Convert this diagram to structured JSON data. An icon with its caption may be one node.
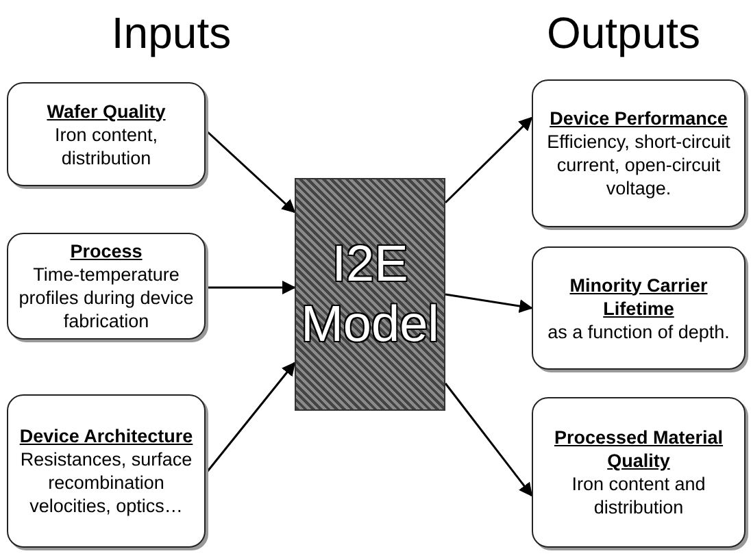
{
  "diagram": {
    "nodes": [
      {
        "text": [
          "Wafer Quality",
          "Iron content, distribution"
        ]
      },
      {
        "text": [
          "Process",
          "Time-temperature profiles during device fabrication"
        ]
      },
      {
        "text": [
          "Device Architecture",
          "Resistances, surface recombination velocities, optics…"
        ]
      },
      {
        "text": [
          "I2E Model"
        ]
      },
      {
        "text": [
          "Device Performance",
          "Efficiency, short-circuit current, open-circuit voltage."
        ]
      },
      {
        "text": [
          "Minority Carrier Lifetime",
          "as a function of depth."
        ]
      },
      {
        "text": [
          "Processed Material Quality",
          "Iron content and distribution"
        ]
      }
    ],
    "edges": [
      {
        "from": 0,
        "to": 3,
        "arrow": "to"
      },
      {
        "from": 1,
        "to": 3,
        "arrow": "to"
      },
      {
        "from": 2,
        "to": 3,
        "arrow": "to"
      },
      {
        "from": 3,
        "to": 4,
        "arrow": "to"
      },
      {
        "from": 3,
        "to": 5,
        "arrow": "to"
      },
      {
        "from": 3,
        "to": 6,
        "arrow": "to"
      }
    ],
    "labels": [
      "Inputs",
      "Outputs"
    ]
  }
}
